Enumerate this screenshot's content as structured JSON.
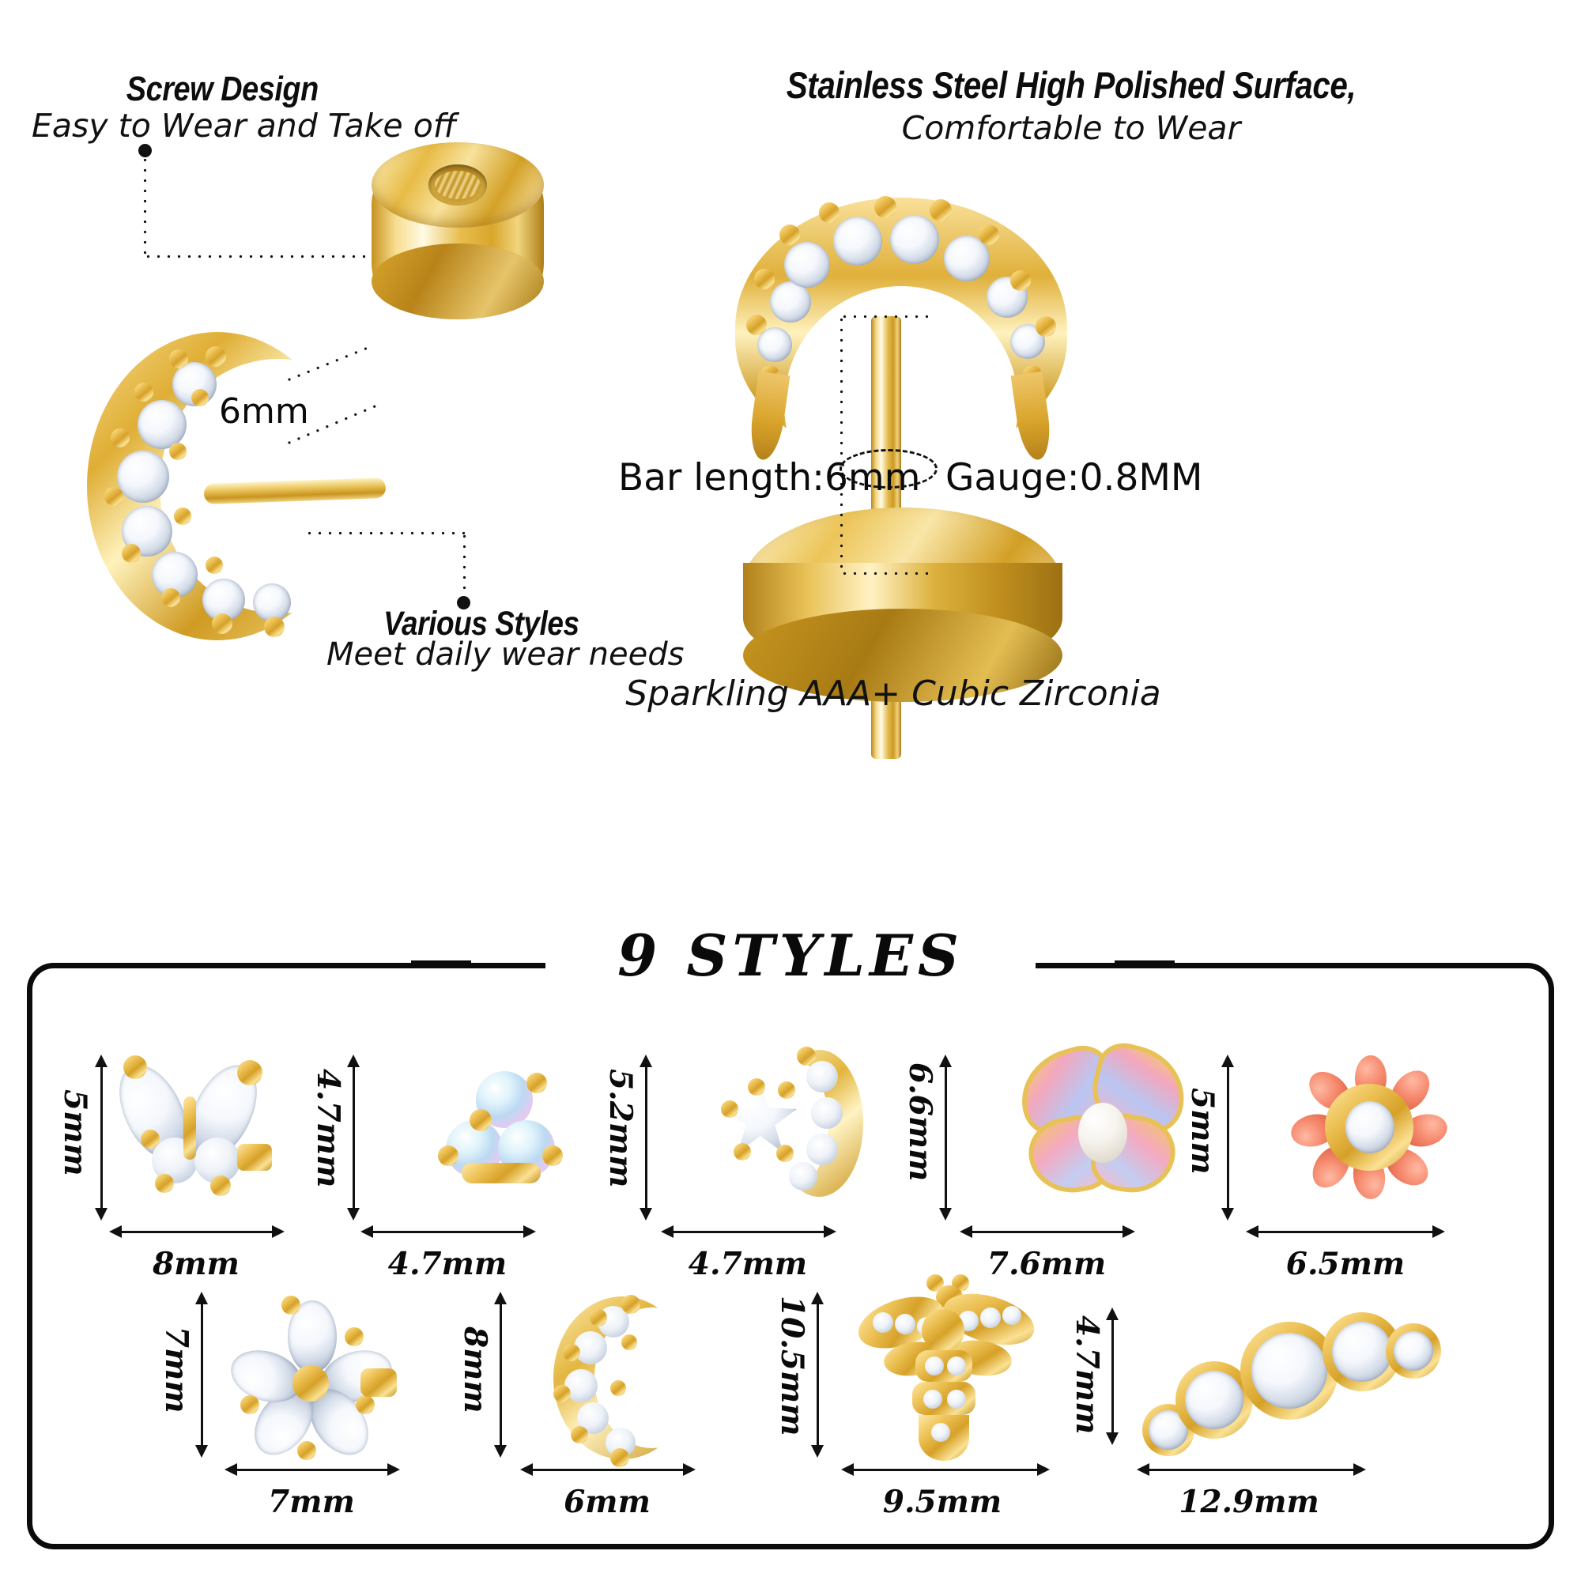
{
  "headings": {
    "screw_design_title": "Screw Design",
    "screw_design_sub": "Easy to Wear and Take off",
    "steel_title": "Stainless Steel High Polished Surface,",
    "steel_sub": "Comfortable to Wear",
    "various_styles_title": "Various Styles",
    "various_styles_sub": "Meet daily wear needs",
    "cz_caption": "Sparkling AAA+ Cubic Zirconia"
  },
  "callouts": {
    "bar_6mm": "6mm",
    "bar_length": "Bar length:6mm",
    "gauge": "Gauge:0.8MM"
  },
  "styles_panel": {
    "title": "9 STYLES",
    "count": 9,
    "items": [
      {
        "name": "cz-butterfly-stud",
        "height": "5mm",
        "width": "8mm"
      },
      {
        "name": "opal-trio-stud",
        "height": "4.7mm",
        "width": "4.7mm"
      },
      {
        "name": "star-moon-cz-stud",
        "height": "5.2mm",
        "width": "4.7mm"
      },
      {
        "name": "enamel-pearl-butterfly",
        "height": "6.6mm",
        "width": "7.6mm"
      },
      {
        "name": "coral-flower-cz-stud",
        "height": "5mm",
        "width": "6.5mm"
      },
      {
        "name": "five-petal-cz-flower",
        "height": "7mm",
        "width": "7mm"
      },
      {
        "name": "pave-crescent-moon",
        "height": "8mm",
        "width": "6mm"
      },
      {
        "name": "cz-bee-stud",
        "height": "10.5mm",
        "width": "9.5mm"
      },
      {
        "name": "bezel-cz-curved-bar",
        "height": "4.7mm",
        "width": "12.9mm"
      }
    ]
  },
  "colors": {
    "gold_light": "#ffe9a8",
    "gold_mid": "#e9b63a",
    "gold_dark": "#b8841a",
    "ink": "#0b0b0b",
    "cz_white": "#ffffff",
    "opal_blue": "#bcd9f2",
    "coral": "#e2684c",
    "enamel_pink": "#f3a7bd",
    "enamel_blue": "#b9c6f2",
    "background": "#ffffff"
  }
}
